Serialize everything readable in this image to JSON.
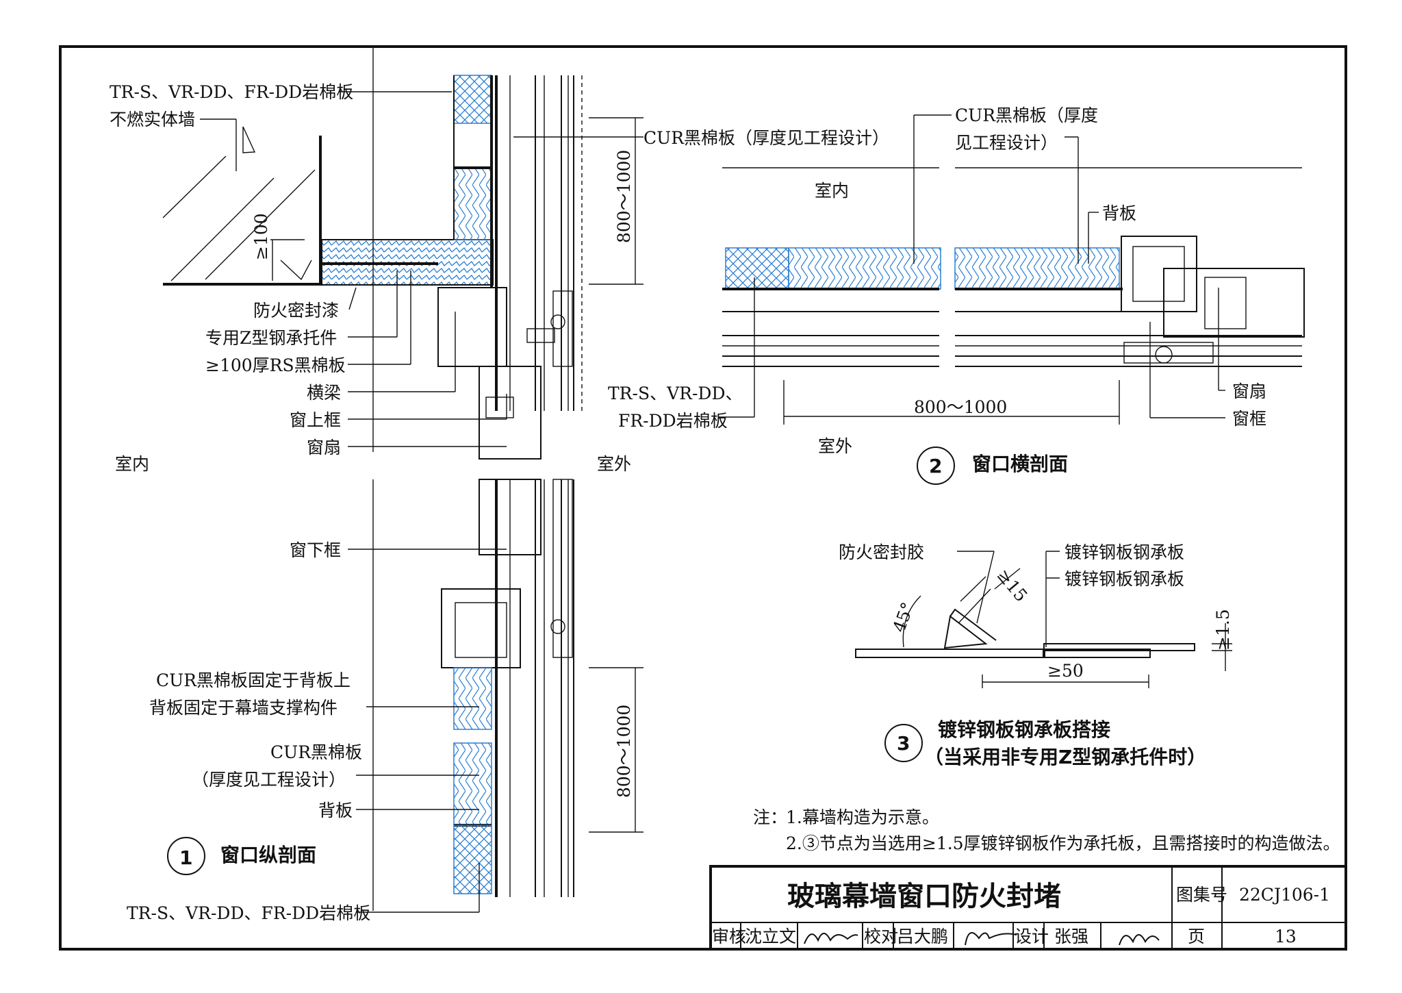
{
  "detail1": {
    "title": "窗口纵剖面",
    "number": "1",
    "labels": {
      "rockwool_top": "TR-S、VR-DD、FR-DD岩棉板",
      "wall": "不燃实体墙",
      "dim100": "≥100",
      "sealant": "防火密封漆",
      "zbracket": "专用Z型钢承托件",
      "rs_board": "≥100厚RS黑棉板",
      "beam": "横梁",
      "upper_frame": "窗上框",
      "sash": "窗扇",
      "indoor": "室内",
      "outdoor": "室外",
      "cur_top": "CUR黑棉板（厚度见工程设计）",
      "dim_top": "800～1000",
      "lower_frame": "窗下框",
      "cur_fixed": "CUR黑棉板固定于背板上",
      "backing_fixed": "背板固定于幕墙支撑构件",
      "cur_bottom_1": "CUR黑棉板",
      "cur_bottom_2": "（厚度见工程设计）",
      "backing": "背板",
      "dim_bottom": "800～1000",
      "rockwool_bottom": "TR-S、VR-DD、FR-DD岩棉板"
    }
  },
  "detail2": {
    "title": "窗口横剖面",
    "number": "2",
    "labels": {
      "cur_1": "CUR黑棉板（厚度",
      "cur_2": "见工程设计）",
      "indoor": "室内",
      "backing": "背板",
      "rockwool_1": "TR-S、VR-DD、",
      "rockwool_2": "FR-DD岩棉板",
      "dim": "800～1000",
      "sash": "窗扇",
      "frame": "窗框",
      "outdoor": "室外"
    }
  },
  "detail3": {
    "number": "3",
    "title_1": "镀锌钢板钢承板搭接",
    "title_2": "（当采用非专用Z型钢承托件时）",
    "labels": {
      "sealant": "防火密封胶",
      "plate_a": "镀锌钢板钢承板",
      "plate_b": "镀锌钢板钢承板",
      "angle": "45°",
      "dim15": "≥15",
      "dim15b": "≥1.5",
      "dim50": "≥50"
    }
  },
  "notes": {
    "lead": "注：",
    "n1": "1.幕墙构造为示意。",
    "n2": "2.③节点为当选用≥1.5厚镀锌钢板作为承托板，且需搭接时的构造做法。"
  },
  "title_block": {
    "drawing_title": "玻璃幕墙窗口防火封堵",
    "atlas_label": "图集号",
    "atlas_no": "22CJ106-1",
    "review_label": "审核",
    "reviewer": "沈立文",
    "check_label": "校对",
    "checker": "吕大鹏",
    "design_label": "设计",
    "designer": "张强",
    "page_label": "页",
    "page_no": "13"
  },
  "colors": {
    "insulation": "#2a7fd4",
    "ink": "#111111"
  }
}
